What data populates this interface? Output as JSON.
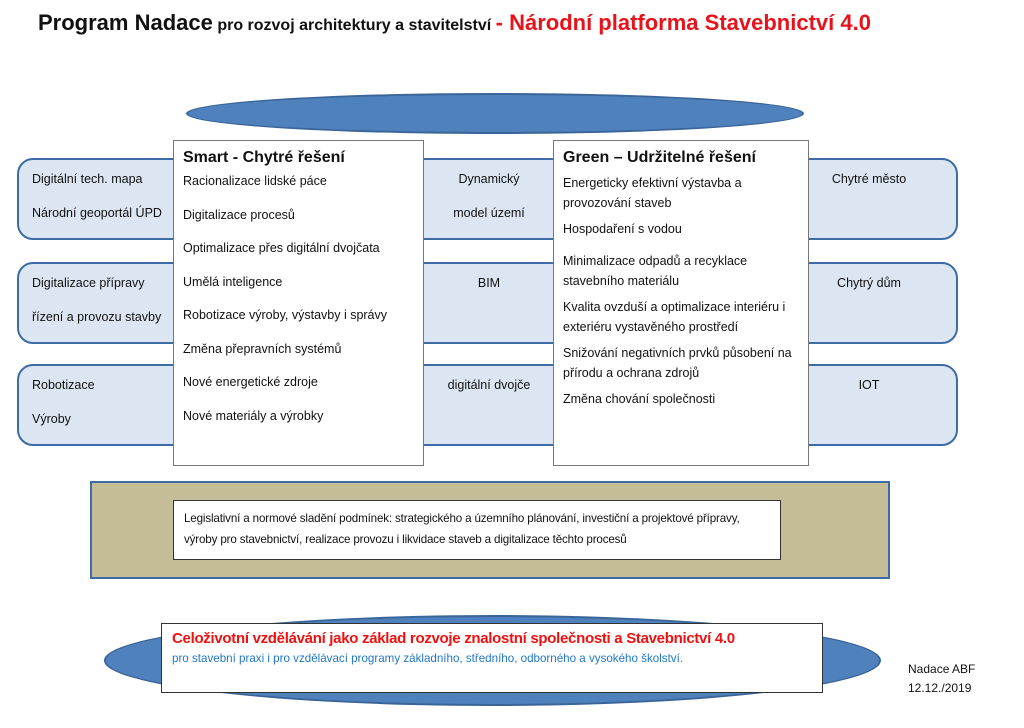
{
  "header": {
    "title_main": "Program Nadace",
    "title_sub": "pro rozvoj architektury a stavitelství",
    "title_red": "- Národní platforma Stavebnictví 4.0"
  },
  "rows": [
    {
      "left": [
        "Digitální tech. mapa",
        "Národní geoportál ÚPD"
      ],
      "mid": [
        "Dynamický",
        "model území"
      ],
      "right": [
        "Chytré město"
      ]
    },
    {
      "left": [
        "Digitalizace přípravy",
        "řízení a provozu stavby"
      ],
      "mid": [
        "BIM"
      ],
      "right": [
        "Chytrý dům"
      ]
    },
    {
      "left": [
        "Robotizace",
        "Výroby"
      ],
      "mid": [
        "digitální dvojče"
      ],
      "right": [
        "IOT"
      ]
    }
  ],
  "smart": {
    "title": "Smart - Chytré řešení",
    "items": [
      "Racionalizace lidské páce",
      "Digitalizace procesů",
      "Optimalizace přes digitální dvojčata",
      "Umělá inteligence",
      "Robotizace výroby, výstavby i správy",
      "Změna přepravních systémů",
      "Nové energetické zdroje",
      "Nové materiály a výrobky"
    ]
  },
  "green": {
    "title": "Green – Udržitelné řešení",
    "items": [
      "Energeticky efektivní výstavba a provozování staveb",
      "Hospodaření s vodou",
      "Minimalizace odpadů a recyklace stavebního materiálu",
      "Kvalita ovzduší a optimalizace interiéru i exteriéru vystavěného prostředí",
      "Snižování negativních prvků působení na přírodu a ochrana zdrojů",
      "Změna chování společnosti"
    ]
  },
  "legislation": "Legislativní a normové sladění podmínek: strategického a územního plánování, investiční a projektové přípravy, výroby pro stavebnictví, realizace provozu i likvidace staveb a digitalizace těchto procesů",
  "education": {
    "heading": "Celoživotní vzdělávání jako základ rozvoje znalostní společnosti a Stavebnictví 4.0",
    "sub": "pro stavební praxi i pro vzdělávací programy základního, středního, odborného a vysokého školství."
  },
  "signature": {
    "org": "Nadace ABF",
    "date": "12.12./2019"
  },
  "colors": {
    "ellipse": "#4f81bd",
    "row_fill": "#dce6f2",
    "band": "#c4bd97",
    "red": "#e8131a",
    "blue_text": "#1f77c8"
  }
}
